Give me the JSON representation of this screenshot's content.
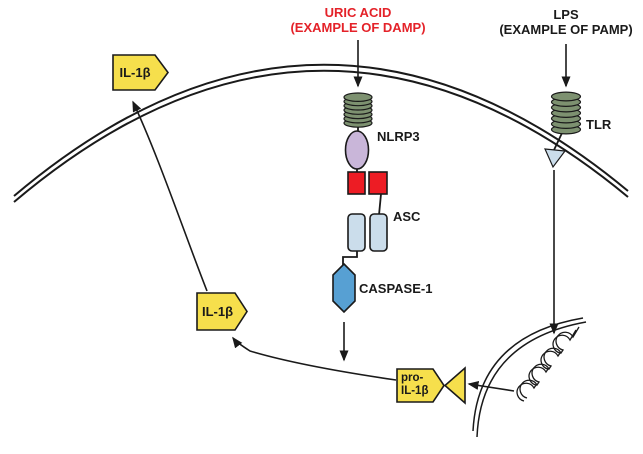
{
  "diagram": {
    "damp_label": {
      "line1": "URIC ACID",
      "line2": "(EXAMPLE OF DAMP)"
    },
    "pamp_label": {
      "line1": "LPS",
      "line2": "(EXAMPLE OF PAMP)"
    },
    "nodes": {
      "nlrp3": "NLRP3",
      "asc": "ASC",
      "caspase1": "CASPASE-1",
      "tlr": "TLR",
      "il1b_outside": "IL-1β",
      "il1b_inside": "IL-1β",
      "pro_il1b": {
        "line1": "pro-",
        "line2": "IL-1β"
      }
    },
    "colors": {
      "damp_text": "#e42229",
      "text": "#1a1a1a",
      "line": "#1a1a1a",
      "receptor_coil": "#7d9170",
      "nlrp3_oval": "#c9b6d9",
      "pyd_domain": "#ed1c24",
      "asc_domain": "#cbddeb",
      "caspase": "#57a0d3",
      "tir_triangle": "#cbddeb",
      "il1b": "#f6df4c"
    }
  }
}
